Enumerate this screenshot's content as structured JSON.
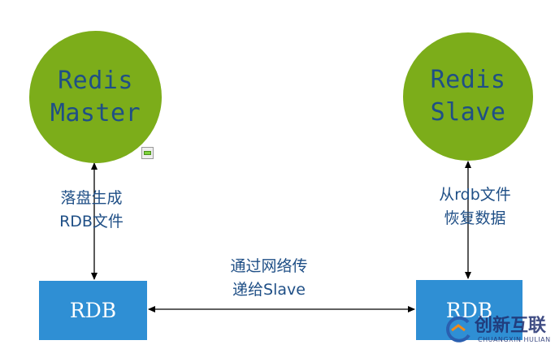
{
  "nodes": {
    "master": {
      "line1": "Redis",
      "line2": "Master"
    },
    "slave": {
      "line1": "Redis",
      "line2": "Slave"
    },
    "rdb_left": {
      "label": "RDB"
    },
    "rdb_right": {
      "label": "RDB"
    }
  },
  "edges": {
    "master_to_rdb": {
      "line1": "落盘生成",
      "line2": "RDB文件"
    },
    "rdb_transfer": {
      "line1": "通过网络传",
      "line2": "递给Slave"
    },
    "rdb_to_slave": {
      "line1": "从rdb文件",
      "line2": "恢复数据"
    }
  },
  "watermark": {
    "text": "创新互联",
    "url": "CHUANGXIN HULIAN"
  },
  "colors": {
    "circle": "#7cad1a",
    "circle_text": "#1f4f86",
    "box": "#2f8fd4",
    "label_text": "#1f4f86"
  }
}
